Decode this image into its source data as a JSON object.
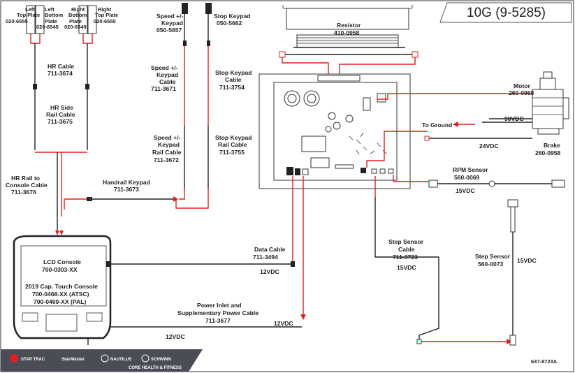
{
  "title": "10G (9-5285)",
  "doc_number": "637-8723A",
  "labels": {
    "left_top_plate": [
      "Left",
      "Top Plate",
      "020-6555"
    ],
    "left_bottom_plate": [
      "Left",
      "Bottom",
      "Plate",
      "020-6549"
    ],
    "right_bottom_plate": [
      "Right",
      "Bottom",
      "Plate",
      "020-6549"
    ],
    "right_top_plate": [
      "Right",
      "Top Plate",
      "020-6555"
    ],
    "hr_cable": [
      "HR Cable",
      "711-3674"
    ],
    "hr_side_rail": [
      "HR Side",
      "Rail Cable",
      "711-3675"
    ],
    "hr_rail_console": [
      "HR Rail to",
      "Console Cable",
      "711-3676"
    ],
    "speed_keypad": [
      "Speed +/-",
      "Keypad",
      "050-5657"
    ],
    "stop_keypad": [
      "Stop Keypad",
      "050-5662"
    ],
    "speed_keypad_cable": [
      "Speed +/-",
      "Keypad",
      "Cable",
      "711-3671"
    ],
    "stop_keypad_cable": [
      "Stop Keypad",
      "Cable",
      "711-3754"
    ],
    "speed_rail_cable": [
      "Speed +/-",
      "Keypad",
      "Rail Cable",
      "711-3672"
    ],
    "stop_rail_cable": [
      "Stop Keypad",
      "Rail Cable",
      "711-3755"
    ],
    "handrail_keypad": [
      "Handrail Keypad",
      "711-3673"
    ],
    "resistor": [
      "Resistor",
      "410-0958"
    ],
    "motor": [
      "Motor",
      "260-0968"
    ],
    "brake": [
      "Brake",
      "260-0958"
    ],
    "to_ground": "To Ground",
    "v90": "90VDC",
    "v24": "24VDC",
    "rpm_sensor": [
      "RPM Sensor",
      "560-0069"
    ],
    "v15_rpm": "15VDC",
    "lcd_console": [
      "LCD Console",
      "700-0303-XX",
      "",
      "2019 Cap. Touch Console",
      "700-0468-XX (ATSC)",
      "700-0469-XX (PAL)"
    ],
    "data_cable": [
      "Data Cable",
      "711-3494"
    ],
    "v12_data": "12VDC",
    "step_sensor_cable": [
      "Step Sensor",
      "Cable",
      "711-3723"
    ],
    "v15_cable": "15VDC",
    "step_sensor": [
      "Step Sensor",
      "560-0073"
    ],
    "v15_sensor": "15VDC",
    "power_inlet": [
      "Power Inlet and",
      "Supplementary Power Cable",
      "711-3677"
    ],
    "v12_power": "12VDC",
    "v12_bottom": "12VDC"
  },
  "footer": {
    "brands": [
      "STAR TRAC",
      "StairMaster",
      "NAUTILUS",
      "SCHWINN"
    ],
    "tagline": "CORE HEALTH & FITNESS"
  },
  "colors": {
    "wire_red": "#e02020",
    "wire_black": "#222222",
    "footer_bg": "#4a4d55"
  }
}
